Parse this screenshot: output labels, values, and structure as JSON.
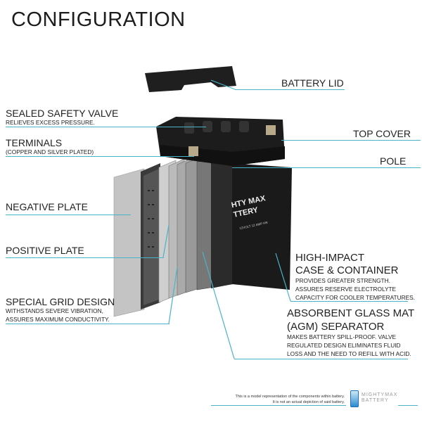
{
  "title": "CONFIGURATION",
  "labels": {
    "battery_lid": {
      "heading": "BATTERY LID"
    },
    "top_cover": {
      "heading": "TOP COVER"
    },
    "pole": {
      "heading": "POLE"
    },
    "safety_valve": {
      "heading": "SEALED SAFETY VALVE",
      "desc": "RELIEVES EXCESS PRESSURE."
    },
    "terminals": {
      "heading": "TERMINALS",
      "desc": "(COPPER AND SILVER PLATED)"
    },
    "negative_plate": {
      "heading": "NEGATIVE PLATE"
    },
    "positive_plate": {
      "heading": "POSITIVE PLATE"
    },
    "case": {
      "heading1": "HIGH-IMPACT",
      "heading2": "CASE & CONTAINER",
      "desc1": "PROVIDES GREATER STRENGTH.",
      "desc2": "ASSURES RESERVE ELECTROLYTE",
      "desc3": "CAPACITY FOR COOLER TEMPERATURES."
    },
    "grid": {
      "heading": "SPECIAL GRID DESIGN",
      "desc1": "WITHSTANDS SEVERE VIBRATION,",
      "desc2": "ASSURES MAXIMUM CONDUCTIVITY."
    },
    "agm": {
      "heading1": "ABSORBENT GLASS MAT",
      "heading2": "(AGM) SEPARATOR",
      "desc1": "MAKES BATTERY SPILL-PROOF. VALVE",
      "desc2": "REGULATED DESIGN ELIMINATES FLUID",
      "desc3": "LOSS AND THE NEED TO REFILL WITH ACID."
    }
  },
  "battery_label": {
    "brand1": "HTY MAX",
    "brand2": "TTERY",
    "spec": "12VOLT 12 AMP HR"
  },
  "footer": {
    "line1": "This is a model representation of the components within battery.",
    "line2": "It is not an actual depiction of said battery."
  },
  "logo": {
    "line1": "MIGHTYMAX",
    "line2": "BATTERY"
  },
  "colors": {
    "accent": "#4ab3c9",
    "battery": "#1a1a1a",
    "plate": "#b9b9b9"
  }
}
